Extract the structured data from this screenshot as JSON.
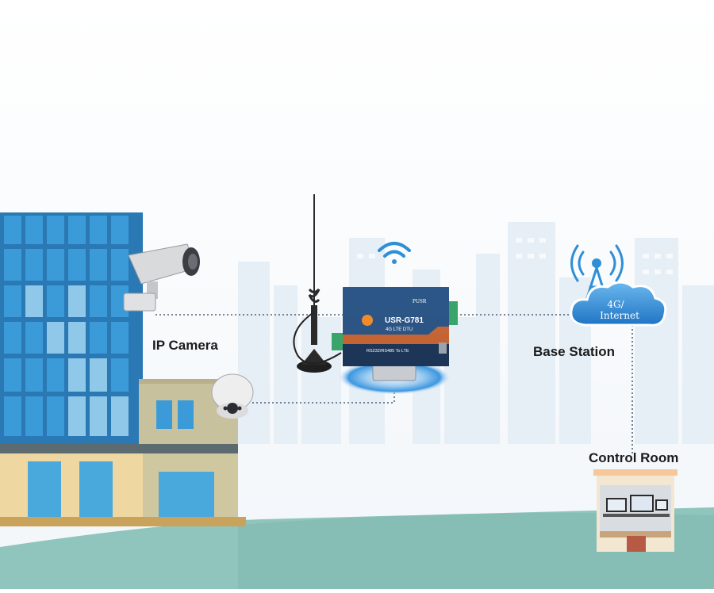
{
  "labels": {
    "ip_camera": "IP Camera",
    "base_station": "Base Station",
    "control_room": "Control Room"
  },
  "device": {
    "brand": "PUSR",
    "model": "USR-G781",
    "subtitle": "4G LTE DTU",
    "interface": "RS232/RS485 To LTE"
  },
  "cloud": {
    "line1": "4G/",
    "line2": "Internet"
  },
  "colors": {
    "building_blue": "#2f86c2",
    "sky_city": "#eaf1f7",
    "ground": "#8fc5bd",
    "device_blue": "#2b4f7c",
    "signal_blue": "#2f8fd6",
    "link_line": "#2d3f5c"
  },
  "icons": [
    "bullet-camera-icon",
    "dome-camera-icon",
    "antenna-icon",
    "wifi-icon",
    "tower-icon",
    "cloud-icon",
    "monitor-icon"
  ]
}
